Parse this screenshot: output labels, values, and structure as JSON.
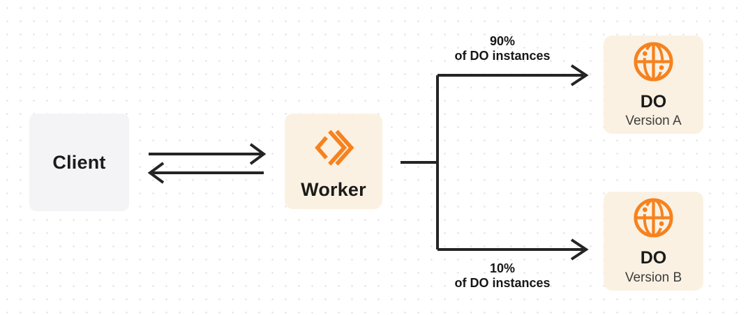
{
  "colors": {
    "background": "#ffffff",
    "dot_grid": "#e4e4e6",
    "orange_accent": "#f6821f",
    "cream_box": "#fbf1e2",
    "gray_box": "#f4f4f6",
    "connector_line": "#242424",
    "text_primary": "#1b1b1b",
    "text_secondary": "#3d3d3d"
  },
  "nodes": {
    "client": {
      "label": "Client"
    },
    "worker": {
      "label": "Worker",
      "icon": "workers-chevrons-icon"
    },
    "do_a": {
      "title": "DO",
      "subtitle": "Version A",
      "icon": "globe-icon"
    },
    "do_b": {
      "title": "DO",
      "subtitle": "Version B",
      "icon": "globe-icon"
    }
  },
  "edge_labels": {
    "top": {
      "line1": "90%",
      "line2": "of DO instances"
    },
    "bottom": {
      "line1": "10%",
      "line2": "of DO instances"
    }
  }
}
